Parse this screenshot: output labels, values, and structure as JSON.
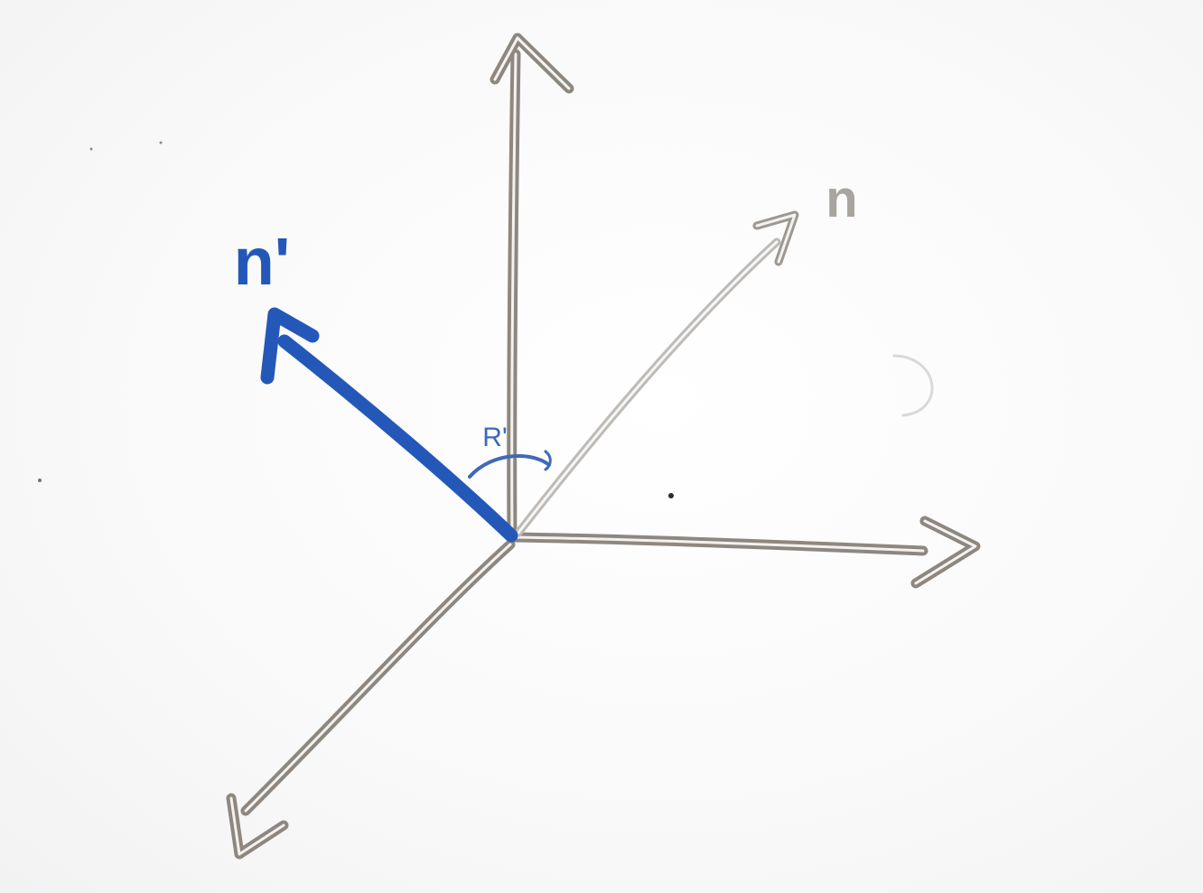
{
  "diagram": {
    "labels": {
      "rotated_vector": "n'",
      "rotation": "R'",
      "original_vector": "n"
    },
    "colors": {
      "board": "#fbfbfb",
      "axis_marker": "#8e8780",
      "original_vector": "#b9b6b3",
      "rotated_vector": "#2458b8",
      "rotation_arc": "#3f69b8"
    }
  }
}
